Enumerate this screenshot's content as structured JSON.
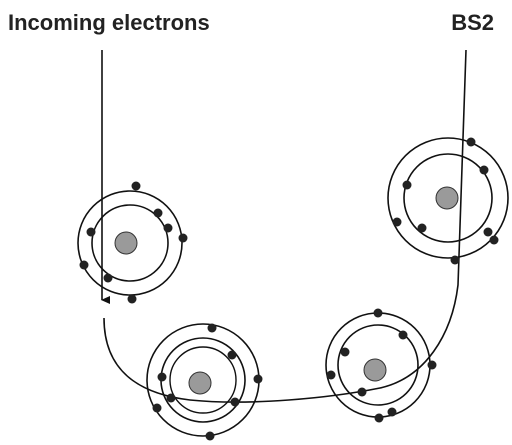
{
  "labels": {
    "incoming": "Incoming electrons",
    "target": "BS2"
  },
  "colors": {
    "line": "#111111",
    "electron": "#222222",
    "nucleus": "#9a9a9a",
    "text": "#222222"
  },
  "atoms": [
    {
      "name": "atom-upper-left",
      "electrons": 8
    },
    {
      "name": "atom-bottom-left",
      "electrons": 8
    },
    {
      "name": "atom-bottom-right",
      "electrons": 8
    },
    {
      "name": "atom-upper-right",
      "electrons": 8
    }
  ]
}
